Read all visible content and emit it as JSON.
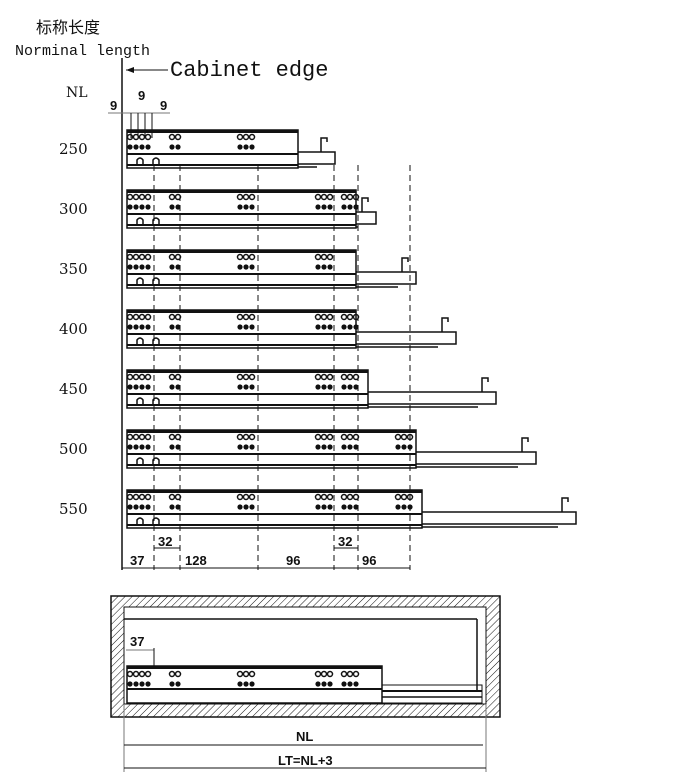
{
  "header": {
    "title_cn": "标称长度",
    "title_en": "Norminal length",
    "nl_label": "NL",
    "cabinet_edge": "Cabinet edge"
  },
  "spacing_labels": [
    "9",
    "9",
    "9"
  ],
  "lengths": [
    "250",
    "300",
    "350",
    "400",
    "450",
    "500",
    "550"
  ],
  "bottom_dims": [
    "37",
    "128",
    "96",
    "96"
  ],
  "offset_dims": [
    "32",
    "32"
  ],
  "cabinet": {
    "dim_37": "37",
    "dim_nl": "NL",
    "dim_lt": "LT=NL+3"
  }
}
